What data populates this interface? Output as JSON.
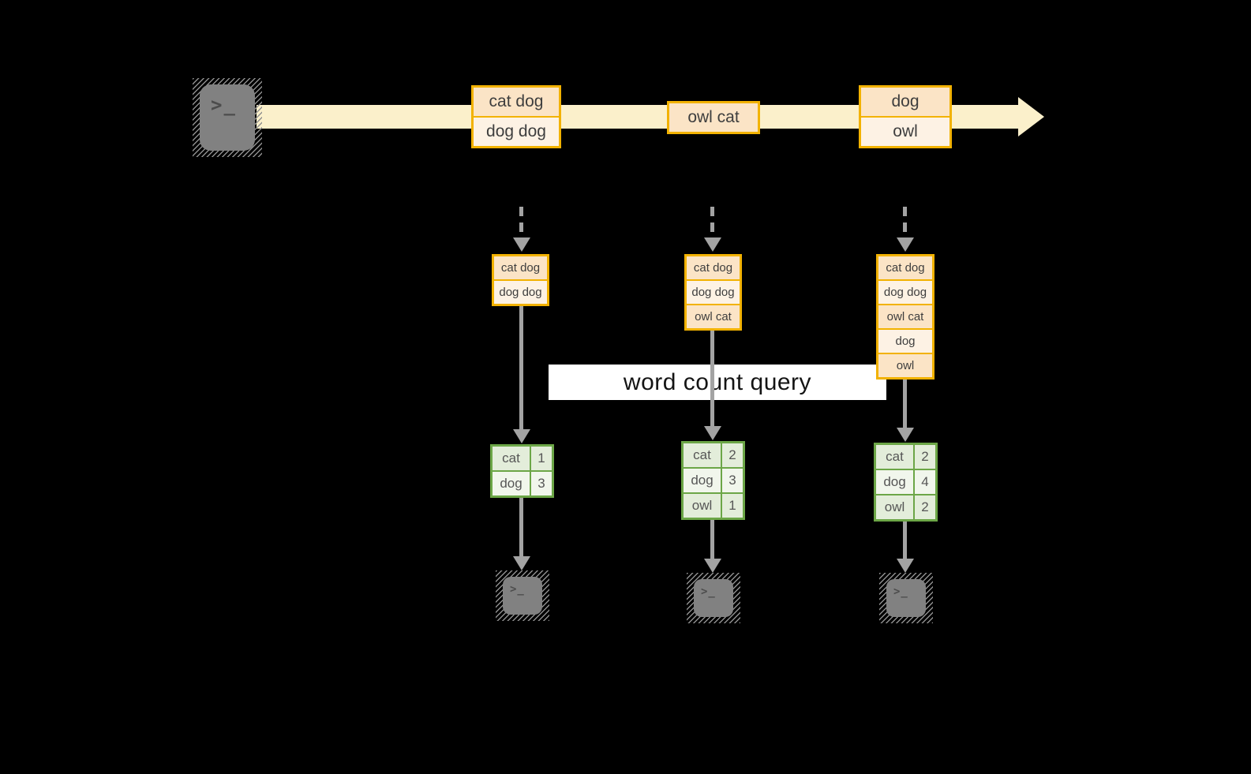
{
  "colors": {
    "background": "#000000",
    "stream_band": "#FBF0CB",
    "box_border": "#F2B200",
    "box_fill_dark": "#FBE4C6",
    "box_fill_light": "#FDF2E4",
    "table_border": "#6CA647",
    "table_fill_dark": "#E3EDDA",
    "table_fill_light": "#F1F6EC",
    "arrow_gray": "#A3A3A3",
    "banner_bg": "#FFFFFF"
  },
  "terminal": {
    "glyph": ">_"
  },
  "stream": {
    "events": [
      {
        "lines": [
          "cat dog",
          "dog dog"
        ]
      },
      {
        "lines": [
          "owl cat"
        ]
      },
      {
        "lines": [
          "dog",
          "owl"
        ]
      }
    ]
  },
  "query": {
    "label": "word count query"
  },
  "columns": [
    {
      "buffer": [
        "cat dog",
        "dog dog"
      ],
      "counts": [
        {
          "word": "cat",
          "count": "1"
        },
        {
          "word": "dog",
          "count": "3"
        }
      ]
    },
    {
      "buffer": [
        "cat dog",
        "dog dog",
        "owl cat"
      ],
      "counts": [
        {
          "word": "cat",
          "count": "2"
        },
        {
          "word": "dog",
          "count": "3"
        },
        {
          "word": "owl",
          "count": "1"
        }
      ]
    },
    {
      "buffer": [
        "cat dog",
        "dog dog",
        "owl cat",
        "dog",
        "owl"
      ],
      "counts": [
        {
          "word": "cat",
          "count": "2"
        },
        {
          "word": "dog",
          "count": "4"
        },
        {
          "word": "owl",
          "count": "2"
        }
      ]
    }
  ]
}
